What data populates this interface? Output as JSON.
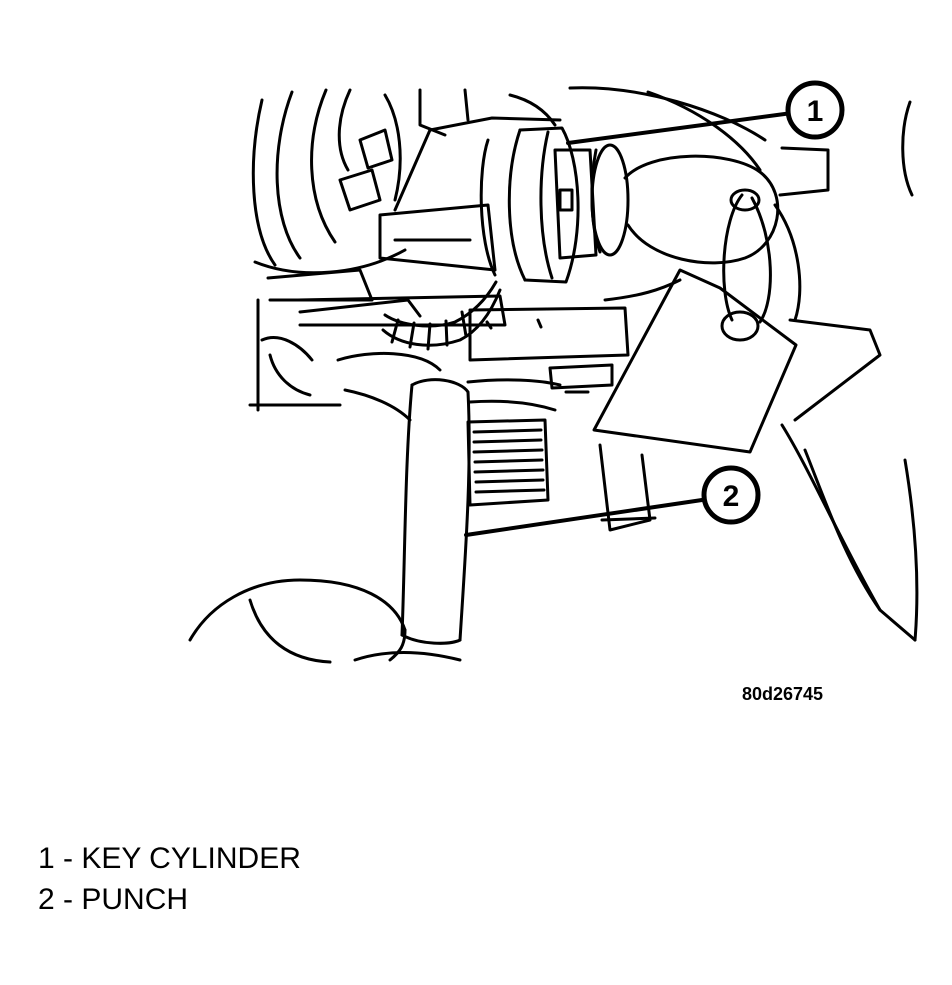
{
  "figure": {
    "id": "80d26745",
    "callouts": [
      {
        "number": "1",
        "target": "key-cylinder"
      },
      {
        "number": "2",
        "target": "punch"
      }
    ]
  },
  "legend": {
    "items": [
      {
        "number": "1",
        "separator": " - ",
        "label": "KEY CYLINDER"
      },
      {
        "number": "2",
        "separator": " - ",
        "label": "PUNCH"
      }
    ]
  },
  "colors": {
    "ink": "#000000",
    "paper": "#ffffff"
  }
}
